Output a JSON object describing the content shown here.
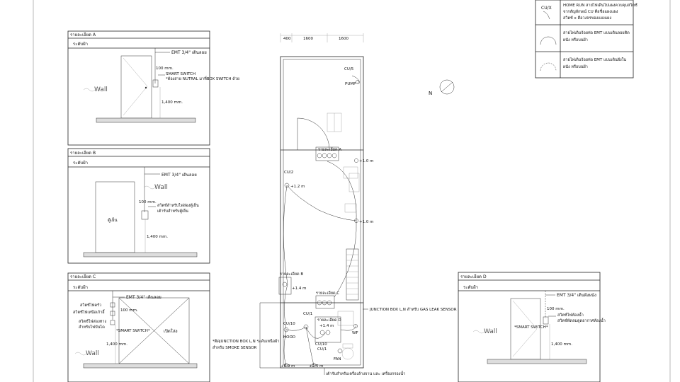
{
  "legend": {
    "row1_symbol": "CU/X",
    "row1_text": [
      "HOME RUN สายไฟเดินไปแผงควบคุมสวิตช์",
      "จากสัญลักษณ์ CU คือชื่อแผงแผง",
      "สวิตช์ x คือวงจรของแผงแผง"
    ],
    "row2_text": [
      "สายไฟเดินร้อยท่อ EMT แบบเดินลอยติด",
      "ผนัง หรือบนฝ้า"
    ],
    "row3_text": [
      "สายไฟเดินร้อยท่อ EMT แบบเดินฝังใน",
      "ผนัง หรือบนฝ้า"
    ]
  },
  "detail_a": {
    "title": "รายละเอียด A",
    "ceiling": "ระดับฝ้า",
    "emt": "EMT 3/4\" เดินลอย",
    "dim_100": "100 mm.",
    "switch_1": "SMART SWITCH",
    "switch_2": "*ต้องสาย NUTRAL มาที่BOX SWITCH ด้วย",
    "dim_1400": "1,400 mm.",
    "wall": "Wall"
  },
  "detail_b": {
    "title": "รายละเอียด B",
    "ceiling": "ระดับฝ้า",
    "emt": "EMT 3/4\" เดินลอย",
    "wall": "Wall",
    "dim_100": "100 mm.",
    "switch_1": "สวิตช์สำหรับไฟส่องตู้เย็น",
    "switch_2": "เต้ารับสำหรับตู้เย็น",
    "fridge": "ตู้เย็น",
    "dim_1400": "1,400 mm."
  },
  "detail_c": {
    "title": "รายละเอียด C",
    "ceiling": "ระดับฝ้า",
    "emt": "EMT 3/4\" เดินลอย",
    "label_1": "สวิตช์ไฟครัว",
    "label_2": "สวิตช์ไฟเหนือเก้าอี้",
    "label_3": "สวิตช์ไฟส่องทาง",
    "label_4": "สำหรับไฟบันได",
    "dim_100": "100 mm.",
    "smart": "*SMART SWITCH*",
    "window": "เปิดโล่ง",
    "dim_1400": "1,400 mm.",
    "wall": "Wall"
  },
  "detail_d": {
    "title": "รายละเอียด D",
    "ceiling": "ระดับฝ้า",
    "emt": "EMT 3/4\" เดินฝังผนัง",
    "dim_100": "100 mm.",
    "label_1": "สวิตช์ไฟห้องน้ำ",
    "label_2": "สวิตช์พัดลมดูดอากาศห้องน้ำ",
    "smart": "*SMART SWITCH*",
    "dim_1400": "1,400 mm.",
    "wall": "Wall"
  },
  "plan": {
    "dim_a": "400",
    "dim_b": "1600",
    "dim_c": "1600",
    "cu5": "CU/5",
    "pump": "PUMP",
    "detail_a_tag": "รายละเอียด A",
    "h1": "+1.0 m",
    "cu2": "CU/2",
    "h2": "+1.2 m",
    "h3": "+1.0 m",
    "detail_b_tag": "รายละเอียด B",
    "h4": "+1.4 m",
    "detail_c_tag": "รายละเอียด C",
    "jb_gas": "JUNCTION BOX L,N สำหรับ GAS LEAK SENSOR",
    "cu1a": "CU/1",
    "detail_d_tag": "รายละเอียด D",
    "h5": "+1.4 m",
    "cu10a": "CU/10",
    "cu10b": "CU/10",
    "hood": "HOOD",
    "wf": "WF",
    "smoke_1": "*ติดJUNCTION BOX L,N ระดับเหนือฝ้า",
    "smoke_2": "สำหรับ SMOKE SENSOR",
    "cu1b": "CU/1",
    "fan": "FAN",
    "h6": "+0.9 m",
    "h7": "+2.5 m",
    "note_bottom": "เต้ารับสำหรับเครื่องล้างจาน และ เครื่องกรองน้ำ"
  },
  "north": "N"
}
